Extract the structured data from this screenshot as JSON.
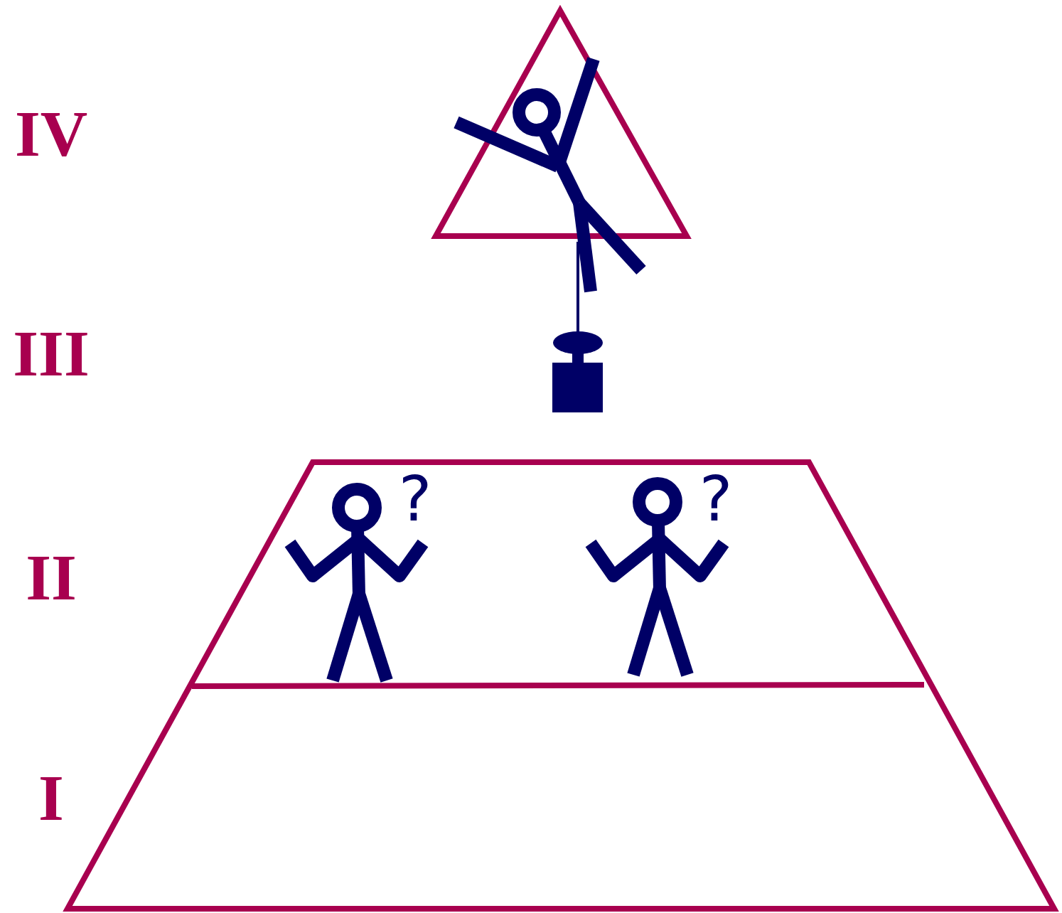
{
  "diagram": {
    "labels": [
      "IV",
      "III",
      "II",
      "I",
      "?",
      "?"
    ]
  }
}
